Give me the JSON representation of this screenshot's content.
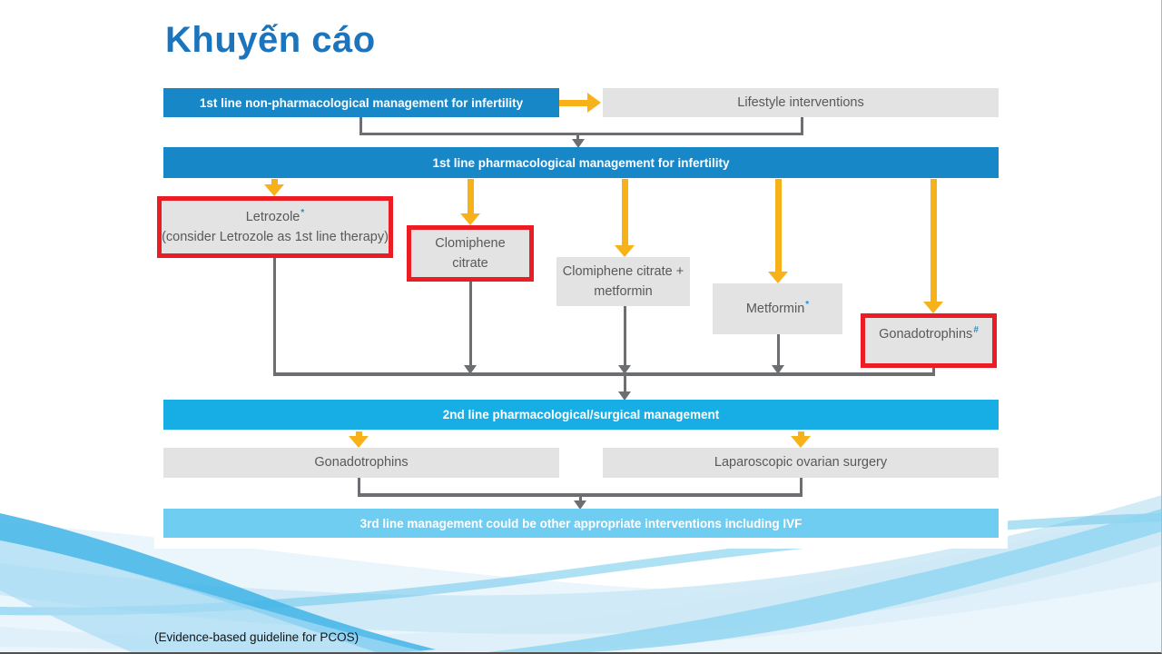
{
  "title": "Khuyến cáo",
  "footnote": "(Evidence-based guideline for PCOS)",
  "flow": {
    "box_1st_nonpharm": "1st line non-pharmacological management for infertility",
    "box_lifestyle": "Lifestyle interventions",
    "box_1st_pharm": "1st line pharmacological management for infertility",
    "options": [
      {
        "line1": "Letrozole",
        "sup": "*",
        "line2": "(consider Letrozole as 1st line therapy)",
        "highlighted": true
      },
      {
        "line1": "Clomiphene citrate",
        "sup": "",
        "line2": "",
        "highlighted": true
      },
      {
        "line1": "Clomiphene citrate + metformin",
        "sup": "",
        "line2": "",
        "highlighted": false
      },
      {
        "line1": "Metformin",
        "sup": "*",
        "line2": "",
        "highlighted": false
      },
      {
        "line1": "Gonadotrophins",
        "sup": "#",
        "line2": "",
        "highlighted": true
      }
    ],
    "box_2nd": "2nd line pharmacological/surgical management",
    "box_gonadotrophins": "Gonadotrophins",
    "box_laparoscopic": "Laparoscopic ovarian surgery",
    "box_3rd": "3rd line management could be other appropriate interventions including IVF"
  },
  "colors": {
    "header_blue": "#1787C8",
    "second_line_blue": "#17AEE6",
    "third_line_blue": "#70CDF2",
    "option_gray": "#E3E3E3",
    "option_text_gray": "#58595B",
    "arrow_yellow": "#F7B219",
    "connector_gray": "#6D6E71",
    "highlight_red": "#EB1C24",
    "title_blue": "#1B74BC",
    "superscript_blue": "#1E8FD5"
  }
}
